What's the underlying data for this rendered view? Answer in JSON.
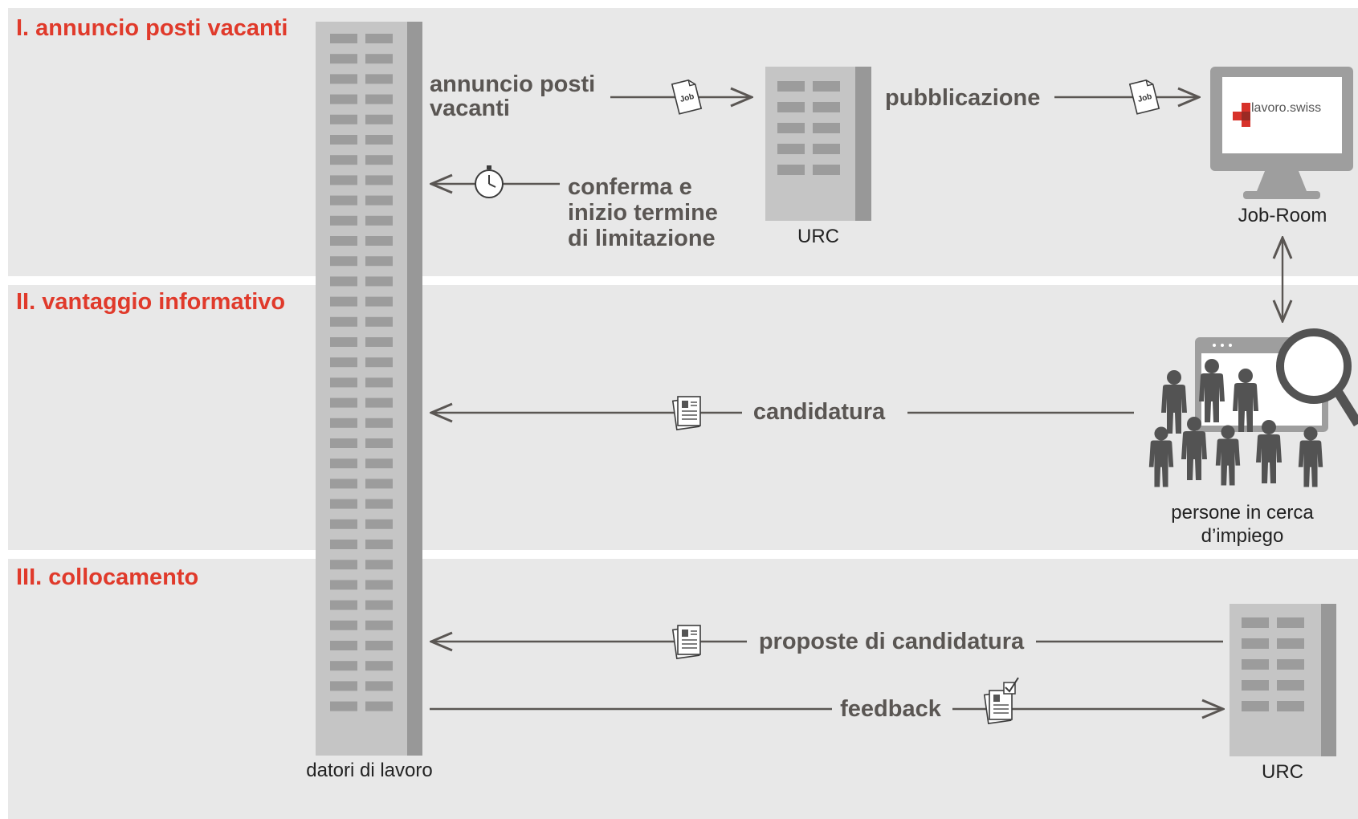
{
  "sections": [
    {
      "title": "I. annuncio posti vacanti"
    },
    {
      "title": "II. vantaggio informativo"
    },
    {
      "title": "III. collocamento"
    }
  ],
  "actors": {
    "employers_label": "datori di lavoro",
    "urc_top_label": "URC",
    "jobroom_label": "Job-Room",
    "jobroom_screen_logo": "lavoro.swiss",
    "jobseekers_label_line1": "persone in cerca",
    "jobseekers_label_line2": "d’impiego",
    "urc_bottom_label": "URC"
  },
  "flows": {
    "vacancy_line1": "annuncio posti",
    "vacancy_line2": "vacanti",
    "publication": "pubblicazione",
    "confirm_line1": "conferma e",
    "confirm_line2": "inizio termine",
    "confirm_line3": "di limitazione",
    "application": "candidatura",
    "proposals": "proposte di candidatura",
    "feedback": "feedback"
  },
  "icons": {
    "job_document_label": "Job",
    "job_document": "job-document-icon",
    "stopwatch": "stopwatch-icon",
    "cv_document": "cv-document-icon",
    "feedback_document": "checked-document-icon",
    "magnifier": "magnifier-icon",
    "brand_mark": "lavoro-swiss-logo-mark"
  },
  "colors": {
    "section_title": "#e03a2b",
    "band": "#e8e8e8",
    "flow_text": "#5a5653",
    "building": "#c5c5c5",
    "people": "#535353"
  }
}
